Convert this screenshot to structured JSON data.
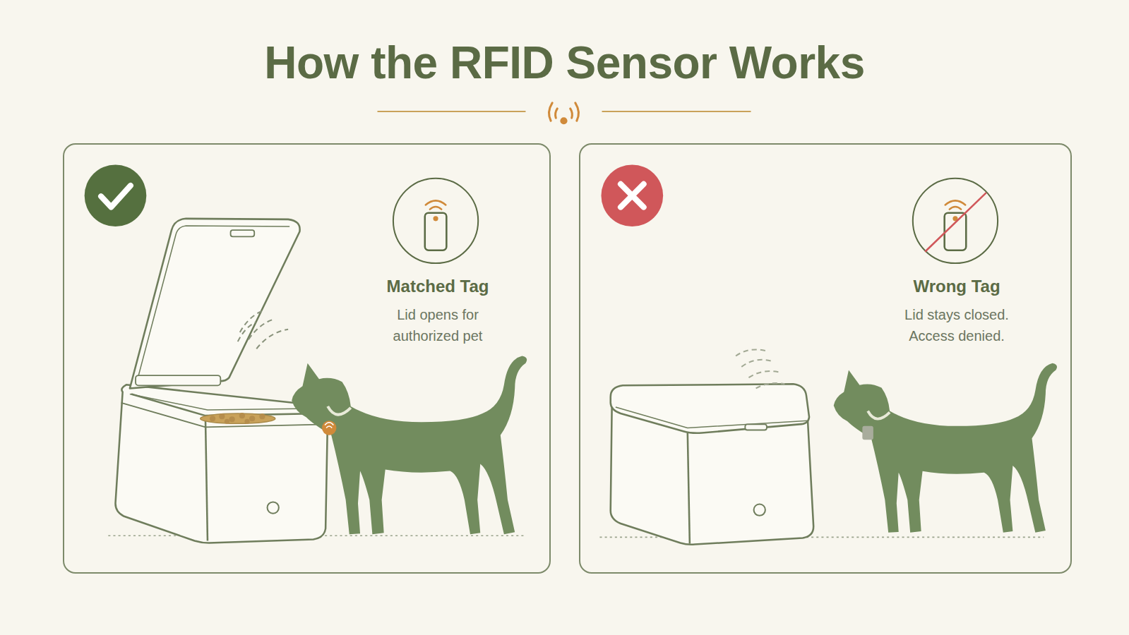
{
  "diagram": {
    "title": "How the RFID Sensor Works",
    "nodes": [
      {
        "text": [
          "Matched Tag",
          "Lid opens for authorized pet"
        ]
      },
      {
        "text": [
          "Wrong Tag",
          "Lid stays closed. Access denied."
        ]
      }
    ]
  }
}
